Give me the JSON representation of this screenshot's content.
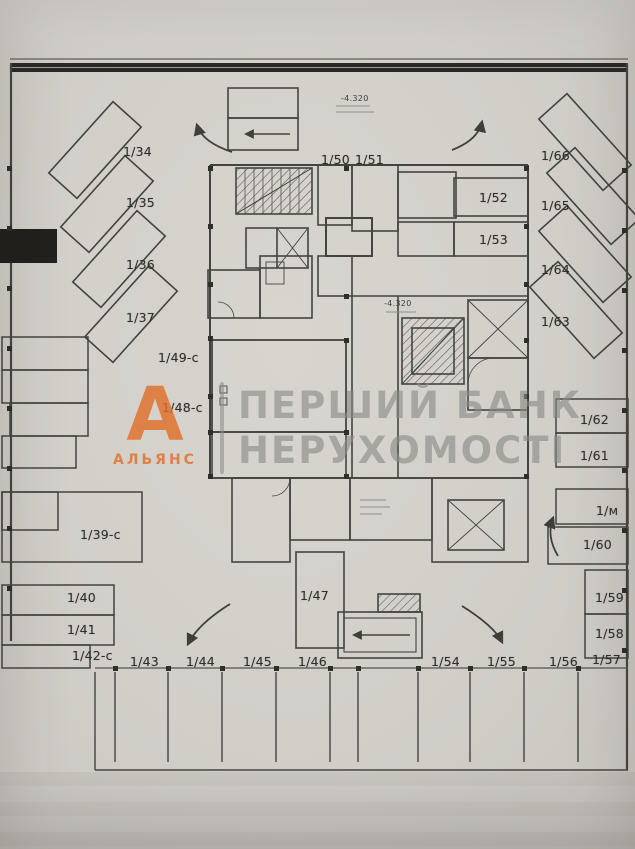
{
  "watermark": {
    "logo_letter": "А",
    "logo_name": "АЛЬЯНС",
    "line1": "ПЕРШИЙ БАНК",
    "line2": "НЕРУХОМОСТІ",
    "text_color": "#8a8a86",
    "logo_color": "#e0702a"
  },
  "annotations": {
    "elevation_top": "-4.320",
    "elevation_mid": "-4.320"
  },
  "units": [
    {
      "label": "1/34"
    },
    {
      "label": "1/35"
    },
    {
      "label": "1/36"
    },
    {
      "label": "1/37"
    },
    {
      "label": "1/39-с"
    },
    {
      "label": "1/40"
    },
    {
      "label": "1/41"
    },
    {
      "label": "1/42-с"
    },
    {
      "label": "1/43"
    },
    {
      "label": "1/44"
    },
    {
      "label": "1/45"
    },
    {
      "label": "1/46"
    },
    {
      "label": "1/47"
    },
    {
      "label": "1/48-с"
    },
    {
      "label": "1/49-с"
    },
    {
      "label": "1/50"
    },
    {
      "label": "1/51"
    },
    {
      "label": "1/52"
    },
    {
      "label": "1/53"
    },
    {
      "label": "1/54"
    },
    {
      "label": "1/55"
    },
    {
      "label": "1/56"
    },
    {
      "label": "1/57"
    },
    {
      "label": "1/58"
    },
    {
      "label": "1/59"
    },
    {
      "label": "1/60"
    },
    {
      "label": "1/м"
    },
    {
      "label": "1/61"
    },
    {
      "label": "1/62"
    },
    {
      "label": "1/63"
    },
    {
      "label": "1/64"
    },
    {
      "label": "1/65"
    },
    {
      "label": "1/66"
    }
  ]
}
